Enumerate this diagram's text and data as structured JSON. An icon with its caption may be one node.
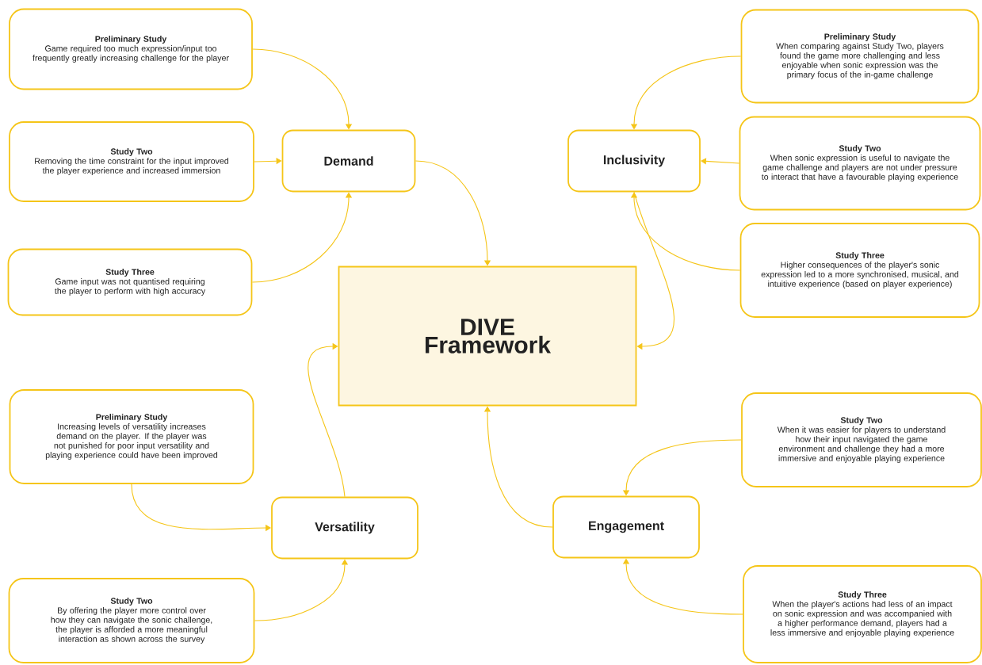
{
  "diagram": {
    "nodes": [
      {
        "text": [
          "DIVE Framework"
        ]
      },
      {
        "text": [
          "Demand"
        ]
      },
      {
        "text": [
          "Inclusivity"
        ]
      },
      {
        "text": [
          "Versatility"
        ]
      },
      {
        "text": [
          "Engagement"
        ]
      },
      {
        "text": [
          "Preliminary Study",
          "Game required too much expression/input too frequently greatly increasing challenge for the player"
        ]
      },
      {
        "text": [
          "Study Two",
          "Removing the time constraint for the input improved the player experience and increased immersion"
        ]
      },
      {
        "text": [
          "Study Three",
          "Game input was not quantised  requiring the player to perform with high accuracy"
        ]
      },
      {
        "text": [
          "Preliminary Study",
          "When comparing against Study Two, players found the game more challenging and less enjoyable when sonic expression was the primary focus of the in-game challenge"
        ]
      },
      {
        "text": [
          "Study Two",
          "When sonic expression is useful to navigate the game challenge and players are not under pressure to interact that have a favourable playing experience"
        ]
      },
      {
        "text": [
          "Study Three",
          "Higher consequences of the player's sonic expression led to a more synchronised, musical, and intuitive experience (based on player experience)"
        ]
      },
      {
        "text": [
          "Preliminary Study",
          "Increasing levels of versatility increases demand on the player. If the player was not punished for poor input versatility and playing experience could have been improved"
        ]
      },
      {
        "text": [
          "Study Two",
          "By offering the player more control over how they can navigate the sonic challenge, the player is afforded a more meaningful interaction as shown across the survey"
        ]
      },
      {
        "text": [
          "Study Two",
          "When it was easier for players to understand how their input navigated the game environment and challenge they had a more immersive and enjoyable playing experience"
        ]
      },
      {
        "text": [
          "Study Three",
          "When the player's actions had less of an impact on sonic expression and was accompanied with a higher performance demand, players had a less immersive and enjoyable playing experience"
        ]
      }
    ],
    "edges": [
      {
        "from": 5,
        "to": 1,
        "arrow": "to"
      },
      {
        "from": 6,
        "to": 1,
        "arrow": "to"
      },
      {
        "from": 7,
        "to": 1,
        "arrow": "to"
      },
      {
        "from": 1,
        "to": 0,
        "arrow": "to"
      },
      {
        "from": 8,
        "to": 2,
        "arrow": "to"
      },
      {
        "from": 9,
        "to": 2,
        "arrow": "to"
      },
      {
        "from": 10,
        "to": 2,
        "arrow": "to"
      },
      {
        "from": 2,
        "to": 0,
        "arrow": "to"
      },
      {
        "from": 11,
        "to": 3,
        "arrow": "to"
      },
      {
        "from": 12,
        "to": 3,
        "arrow": "to"
      },
      {
        "from": 3,
        "to": 0,
        "arrow": "to"
      },
      {
        "from": 13,
        "to": 4,
        "arrow": "to"
      },
      {
        "from": 14,
        "to": 4,
        "arrow": "to"
      },
      {
        "from": 4,
        "to": 0,
        "arrow": "to"
      }
    ]
  }
}
